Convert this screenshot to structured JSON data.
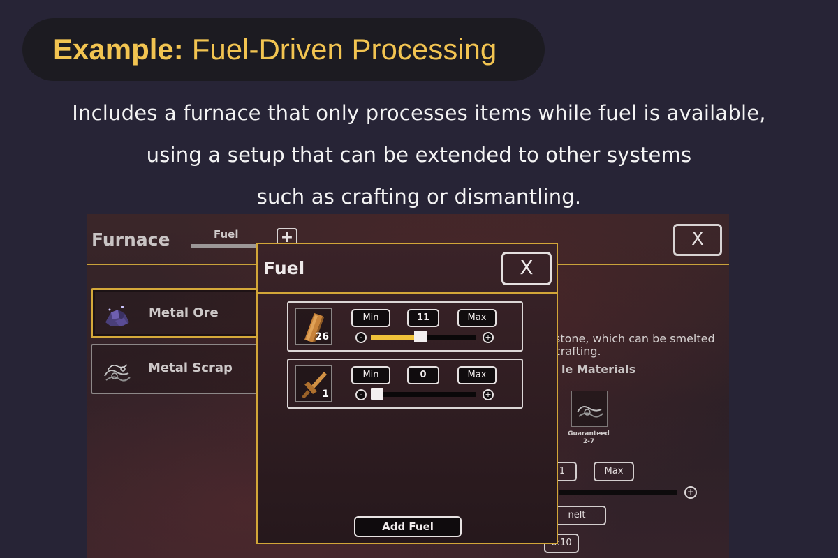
{
  "banner": {
    "prefix": "Example:",
    "title": "Fuel-Driven Processing"
  },
  "description": [
    "Includes a furnace that only processes items while fuel is available,",
    "using a setup that can be extended to other systems",
    "such as crafting or dismantling."
  ],
  "game": {
    "title": "Furnace",
    "fuel_label": "Fuel",
    "plus_symbol": "+",
    "close_label": "X",
    "items": [
      {
        "name": "Metal Ore",
        "icon": "metal-ore-icon"
      },
      {
        "name": "Metal Scrap",
        "icon": "metal-scrap-icon"
      }
    ],
    "detail_text_line1": "stone, which can be smelted",
    "detail_text_line2": "crafting.",
    "materials_heading": "le Materials",
    "material_label": "Guaranteed",
    "material_range": "2-7",
    "bg_value_fragment": "1",
    "bg_max_label": "Max",
    "bg_plus": "+",
    "smelt_fragment": "nelt",
    "time_fragment": "0:10"
  },
  "modal": {
    "title": "Fuel",
    "close_label": "X",
    "rows": [
      {
        "icon": "wood-plank-icon",
        "count": "26",
        "min_label": "Min",
        "value": "11",
        "max_label": "Max",
        "minus": "-",
        "plus": "+",
        "fill_fraction": 0.47
      },
      {
        "icon": "wooden-sword-icon",
        "count": "1",
        "min_label": "Min",
        "value": "0",
        "max_label": "Max",
        "minus": "-",
        "plus": "+",
        "fill_fraction": 0.0
      }
    ],
    "add_fuel_label": "Add Fuel"
  },
  "colors": {
    "accent": "#f2c451",
    "frame": "#d2a638",
    "slider_fill": "#f0c23a"
  }
}
